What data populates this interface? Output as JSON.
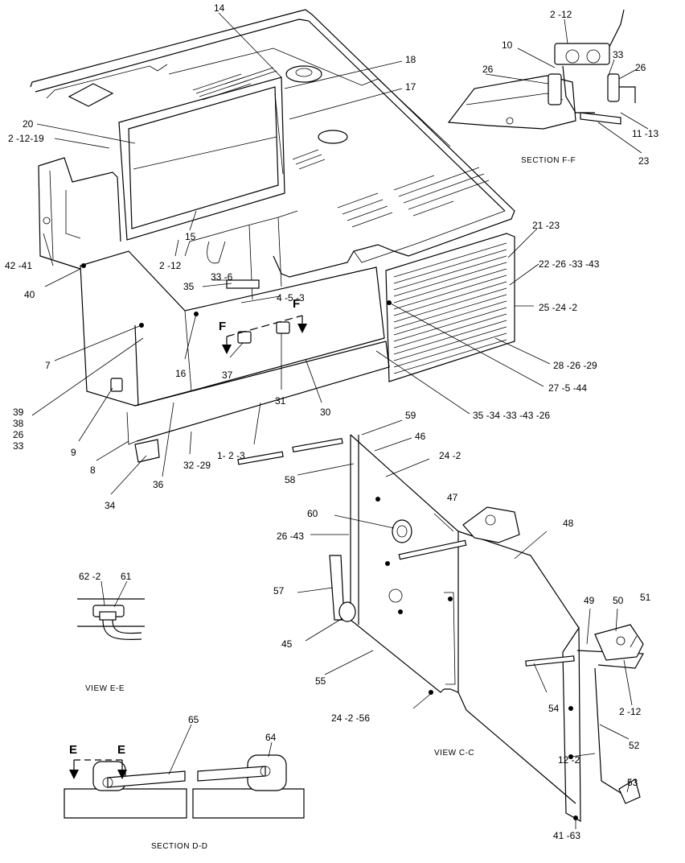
{
  "labels": {
    "l14": "14",
    "l18": "18",
    "l17": "17",
    "l20": "20",
    "l2_12_19": "2 -12-19",
    "l42_41": "42 -41",
    "l40": "40",
    "l7": "7",
    "l39_col": [
      "39",
      "38",
      "26",
      "33"
    ],
    "l9": "9",
    "l8": "8",
    "l34": "34",
    "l36": "36",
    "l32_29": "32 -29",
    "l2_12a": "2 -12",
    "l15": "15",
    "l35a": "35",
    "l33_6": "33 -6",
    "l4_5_3": "4 -5 -3",
    "l16": "16",
    "l37": "37",
    "l31": "31",
    "l30": "30",
    "l1_2_3": "1- 2 -3",
    "l21_23": "21 -23",
    "l22_26_33_43": "22 -26 -33 -43",
    "l25_24_2": "25 -24 -2",
    "l28_26_29": "28 -26 -29",
    "l27_5_44": "27 -5 -44",
    "l35_34_33_43_26": "35 -34 -33 -43 -26",
    "l59": "59",
    "l46": "46",
    "l24_2a": "24 -2",
    "l58": "58",
    "l47": "47",
    "l48": "48",
    "l60": "60",
    "l26_43": "26 -43",
    "l57": "57",
    "l45": "45",
    "l55": "55",
    "l24_2_56": "24 -2 -56",
    "l49": "49",
    "l50": "50",
    "l51": "51",
    "l54": "54",
    "l2_12b": "2 -12",
    "l52": "52",
    "l53": "53",
    "l12_2": "12 -2",
    "l41_63": "41 -63",
    "l62_2": "62 -2",
    "l61": "61",
    "l65": "65",
    "l64": "64",
    "ff_2_12": "2 -12",
    "ff_10": "10",
    "ff_33": "33",
    "ff_26a": "26",
    "ff_26b": "26",
    "ff_11_13": "11 -13",
    "ff_23": "23",
    "F1": "F",
    "F2": "F",
    "E1": "E",
    "E2": "E"
  },
  "captions": {
    "section_ff": "SECTION F-F",
    "view_ee": "VIEW E-E",
    "view_cc": "VIEW C-C",
    "section_dd": "SECTION D-D"
  }
}
